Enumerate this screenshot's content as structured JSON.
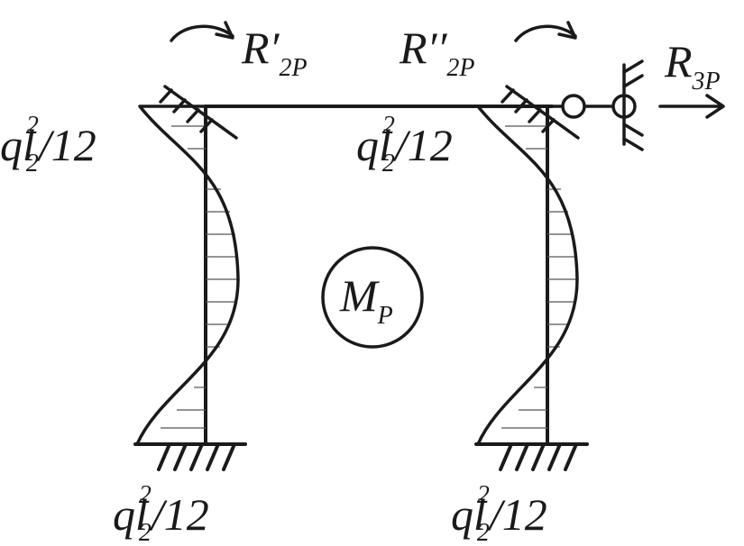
{
  "labels": {
    "r2p_left": {
      "main": "R",
      "prime": "′",
      "sub": "2P"
    },
    "r2p_right": {
      "main": "R",
      "prime": "′′",
      "sub": "2P"
    },
    "r3p": {
      "main": "R",
      "sub": "3P"
    },
    "moment_tl": {
      "q": "ql",
      "sup": "2",
      "sub": "2",
      "rest": "/12"
    },
    "moment_tr": {
      "q": "ql",
      "sup": "2",
      "sub": "2",
      "rest": "/12"
    },
    "moment_bl": {
      "q": "ql",
      "sup": "2",
      "sub": "2",
      "rest": "/12"
    },
    "moment_br": {
      "q": "ql",
      "sup": "2",
      "sub": "2",
      "rest": "/12"
    },
    "diagram_name": {
      "main": "M",
      "sub": "P"
    }
  },
  "colors": {
    "ink": "#1a1a1a",
    "hatch": "#555555",
    "background": "#ffffff"
  }
}
